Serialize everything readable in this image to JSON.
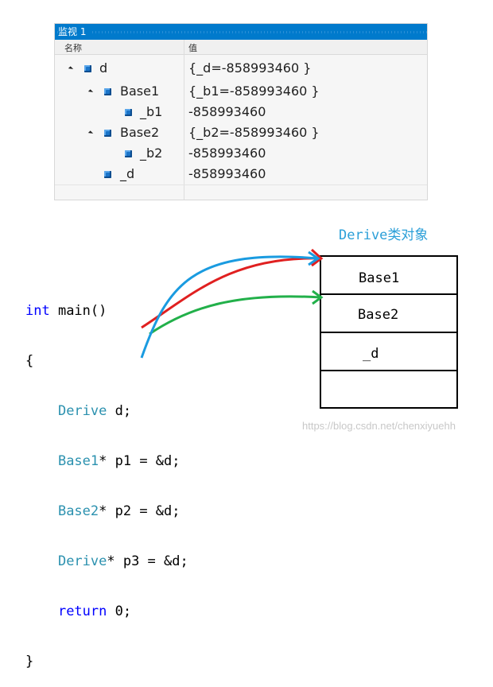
{
  "watch": {
    "title": "监视 1",
    "col_name": "名称",
    "col_value": "值",
    "rows": [
      {
        "name": "d",
        "value": "{_d=-858993460 }"
      },
      {
        "name": "Base1",
        "value": "{_b1=-858993460 }"
      },
      {
        "name": "_b1",
        "value": "-858993460"
      },
      {
        "name": "Base2",
        "value": "{_b2=-858993460 }"
      },
      {
        "name": "_b2",
        "value": "-858993460"
      },
      {
        "name": "_d",
        "value": "-858993460"
      }
    ]
  },
  "code": {
    "line1_kw": "int",
    "line1_rest": " main()",
    "line2": "{",
    "line3_type": "Derive",
    "line3_rest": " d;",
    "line4_type": "Base1",
    "line4_rest": "* p1 = &d;",
    "line5_type": "Base2",
    "line5_rest": "* p2 = &d;",
    "line6_type": "Derive",
    "line6_rest": "* p3 = &d;",
    "line7_kw": "return",
    "line7_rest": " 0;",
    "line8": "}"
  },
  "diagram": {
    "title": "Derive类对象",
    "cells": [
      "Base1",
      "Base2",
      "_d",
      ""
    ],
    "arrow_colors": {
      "p1": "#e02020",
      "p2": "#22b04a",
      "p3": "#1a9be0"
    }
  },
  "watermark": "https://blog.csdn.net/chenxiyuehh"
}
